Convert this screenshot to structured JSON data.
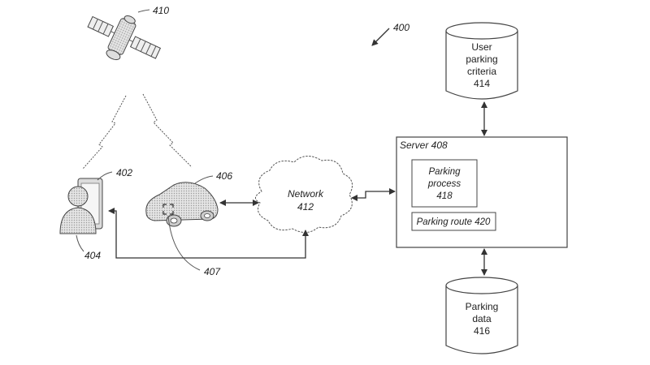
{
  "figure_ref": "400",
  "satellite": {
    "ref": "410"
  },
  "user": {
    "ref": "404",
    "device_ref": "402"
  },
  "vehicle": {
    "ref": "406",
    "sensor_ref": "407"
  },
  "network": {
    "line1": "Network",
    "line2": "412"
  },
  "server": {
    "label": "Server 408",
    "process": {
      "line1": "Parking",
      "line2": "process",
      "line3": "418"
    },
    "route": {
      "label": "Parking route 420"
    }
  },
  "db_criteria": {
    "line1": "User",
    "line2": "parking",
    "line3": "criteria",
    "line4": "414"
  },
  "db_data": {
    "line1": "Parking",
    "line2": "data",
    "line3": "416"
  }
}
